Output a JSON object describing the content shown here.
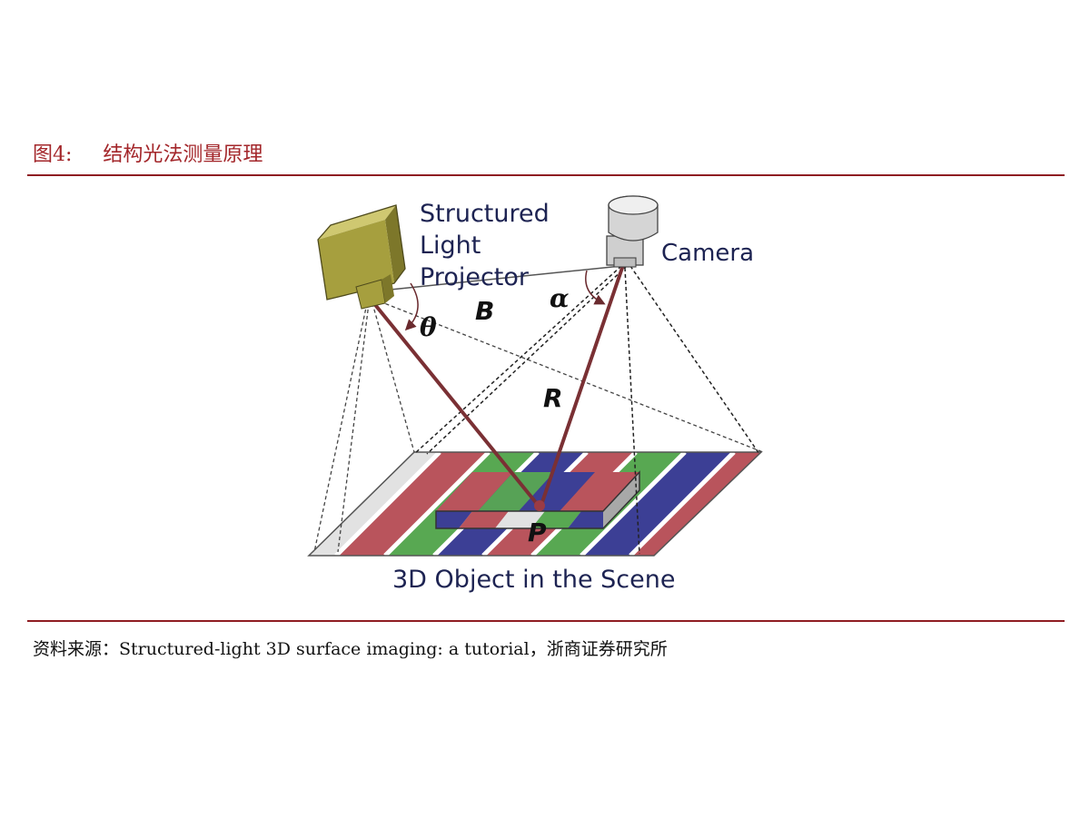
{
  "figure": {
    "number": "图4:",
    "title": "结构光法测量原理"
  },
  "diagram": {
    "projector_label": [
      "Structured",
      "Light",
      "Projector"
    ],
    "camera_label": "Camera",
    "scene_label": "3D Object in the Scene",
    "symbols": {
      "baseline": "B",
      "range": "R",
      "point": "P",
      "projector_angle": "θ",
      "camera_angle": "α"
    },
    "colors": {
      "red_stripe": "#b9545c",
      "green_stripe": "#58a852",
      "blue_stripe": "#3c3f95",
      "white_stripe": "#e2e2e2",
      "projector_body": "#a69f3e",
      "camera_body": "#c9c9c9",
      "ray": "#7a3034",
      "accent": "#a3262a"
    }
  },
  "source": "资料来源：Structured-light 3D surface imaging: a tutorial，浙商证券研究所"
}
